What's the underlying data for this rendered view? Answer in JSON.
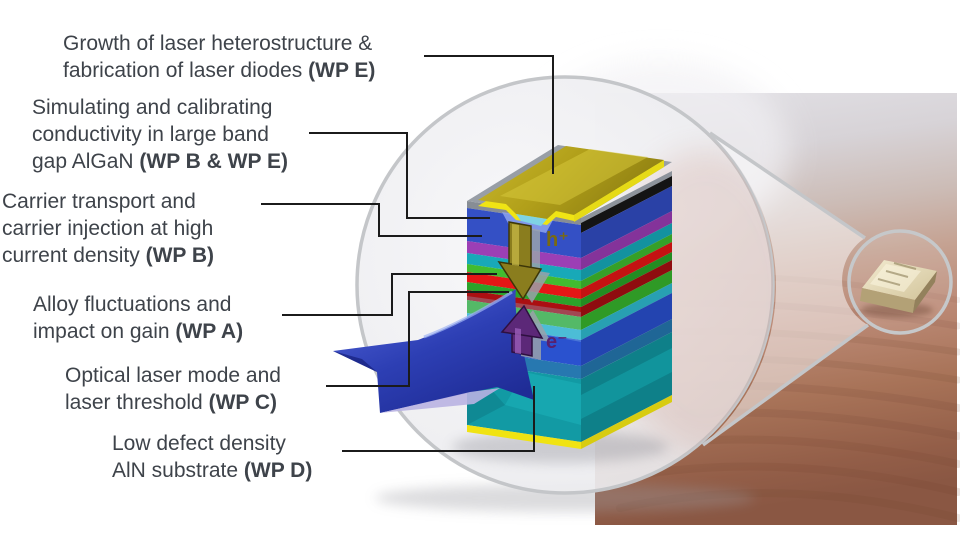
{
  "title": "UV laser diode heterostructure work-package diagram",
  "labels": [
    {
      "name": "growth-fabrication-wp-e",
      "lines": [
        {
          "t": "Growth of laser heterostructure &",
          "b": ""
        },
        {
          "t": "fabrication of laser diodes ",
          "b": "(WP E)"
        }
      ]
    },
    {
      "name": "simulating-conductivity-wp-b-e",
      "lines": [
        {
          "t": "Simulating and calibrating",
          "b": ""
        },
        {
          "t": "conductivity in large band",
          "b": ""
        },
        {
          "t": "gap AlGaN ",
          "b": "(WP B & WP E)"
        }
      ]
    },
    {
      "name": "carrier-transport-wp-b",
      "lines": [
        {
          "t": "Carrier transport and",
          "b": ""
        },
        {
          "t": "carrier injection at high",
          "b": ""
        },
        {
          "t": "current density ",
          "b": "(WP B)"
        }
      ]
    },
    {
      "name": "alloy-fluctuations-wp-a",
      "lines": [
        {
          "t": "Alloy fluctuations and",
          "b": ""
        },
        {
          "t": "impact on gain ",
          "b": "(WP A)"
        }
      ]
    },
    {
      "name": "optical-mode-wp-c",
      "lines": [
        {
          "t": "Optical laser mode and",
          "b": ""
        },
        {
          "t": "laser threshold ",
          "b": "(WP C)"
        }
      ]
    },
    {
      "name": "substrate-wp-d",
      "lines": [
        {
          "t": "Low defect density",
          "b": ""
        },
        {
          "t": "AlN substrate ",
          "b": "(WP D)"
        }
      ]
    }
  ],
  "annotations": {
    "holes": "h⁺",
    "electrons": "e⁻"
  },
  "colors": {
    "text": "#3e434a",
    "leader_line": "#1b1b1b",
    "lens_stroke": "#c4c6c9",
    "gold_contact": "#b2a01a",
    "bright_yellow": "#f0e414",
    "p_cladding_blue": "#3450c5",
    "purple_layer": "#9c3fb5",
    "teal_layer": "#18a9b8",
    "green_layer": "#42bc30",
    "red_active_layer": "#e51616",
    "n_cladding_blue": "#2a52cf",
    "substrate_teal": "#129aa4",
    "hole_arrow": "#8a7d1e",
    "electron_arrow": "#5c2878",
    "emission_arrow": "#2d3fb4",
    "skin_mid": "#b5826c"
  }
}
